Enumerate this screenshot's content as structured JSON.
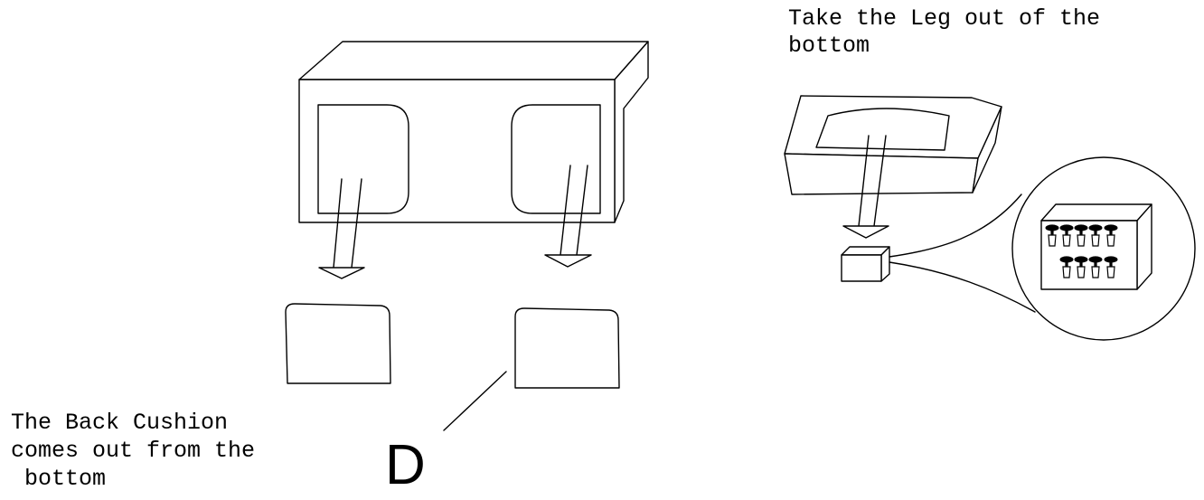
{
  "caption_leg": [
    "Take the Leg out of the",
    "bottom"
  ],
  "caption_cushion": [
    "The Back Cushion",
    "comes out from the",
    " bottom"
  ],
  "part_label": "D"
}
